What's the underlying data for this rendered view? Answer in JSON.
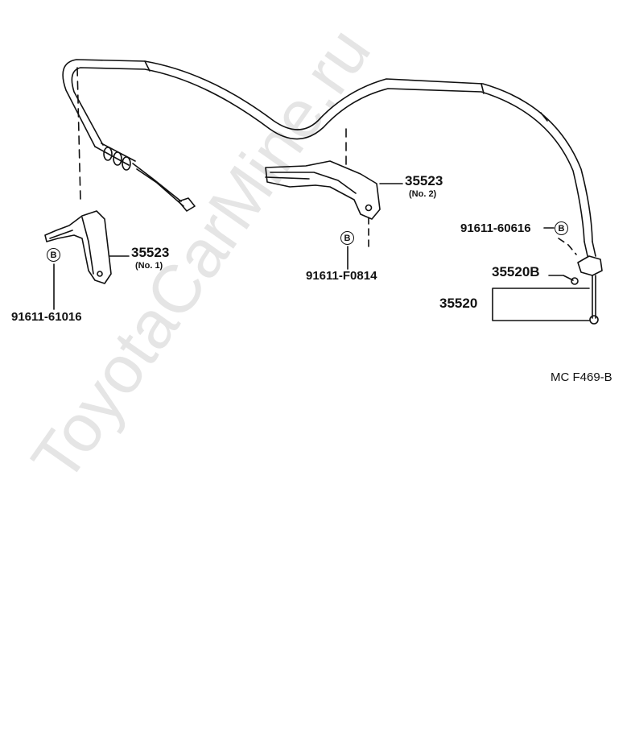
{
  "parts": {
    "bracket_no1": {
      "part_no": "35523",
      "sub": "(No. 1)"
    },
    "bracket_no2": {
      "part_no": "35523",
      "sub": "(No. 2)"
    },
    "bolt_left": {
      "part_no": "91611-61016",
      "badge": "B"
    },
    "bolt_mid": {
      "part_no": "91611-F0814",
      "badge": "B"
    },
    "bolt_right": {
      "part_no": "91611-60616",
      "badge": "B"
    },
    "clip": {
      "part_no": "35520B"
    },
    "cable_assy": {
      "part_no": "35520"
    }
  },
  "figure_code": "MC  F469-B",
  "watermark": "ToyotaCarMine.ru",
  "colors": {
    "ink": "#111111",
    "background": "#ffffff"
  }
}
